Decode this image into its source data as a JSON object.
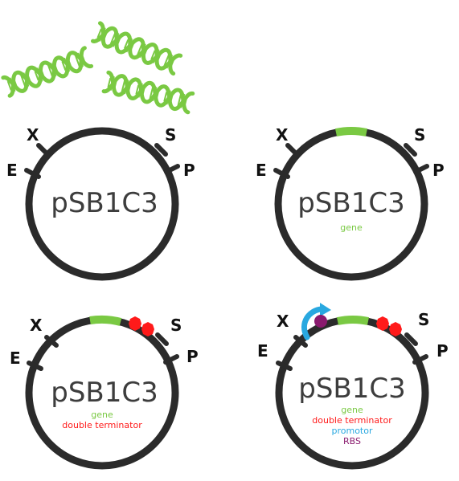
{
  "colors": {
    "ring": "#2b2b2b",
    "dna": "#7ac943",
    "gene": "#7ac943",
    "terminator": "#ff1a1a",
    "promotor": "#29a8e0",
    "rbs": "#8a1a6e"
  },
  "icons": [
    "dna-helix-icon",
    "dna-helix-icon",
    "dna-helix-icon"
  ],
  "plasmids": [
    {
      "name": "pSB1C3",
      "sites": {
        "x": "X",
        "s": "S",
        "e": "E",
        "p": "P"
      },
      "legend": []
    },
    {
      "name": "pSB1C3",
      "sites": {
        "x": "X",
        "s": "S",
        "e": "E",
        "p": "P"
      },
      "legend": [
        {
          "text": "gene",
          "color": "#7ac943"
        }
      ]
    },
    {
      "name": "pSB1C3",
      "sites": {
        "x": "X",
        "s": "S",
        "e": "E",
        "p": "P"
      },
      "legend": [
        {
          "text": "gene",
          "color": "#7ac943"
        },
        {
          "text": "double terminator",
          "color": "#ff1a1a"
        }
      ]
    },
    {
      "name": "pSB1C3",
      "sites": {
        "x": "X",
        "s": "S",
        "e": "E",
        "p": "P"
      },
      "legend": [
        {
          "text": "gene",
          "color": "#7ac943"
        },
        {
          "text": "double terminator",
          "color": "#ff1a1a"
        },
        {
          "text": "promotor",
          "color": "#29a8e0"
        },
        {
          "text": "RBS",
          "color": "#8a1a6e"
        }
      ]
    }
  ]
}
